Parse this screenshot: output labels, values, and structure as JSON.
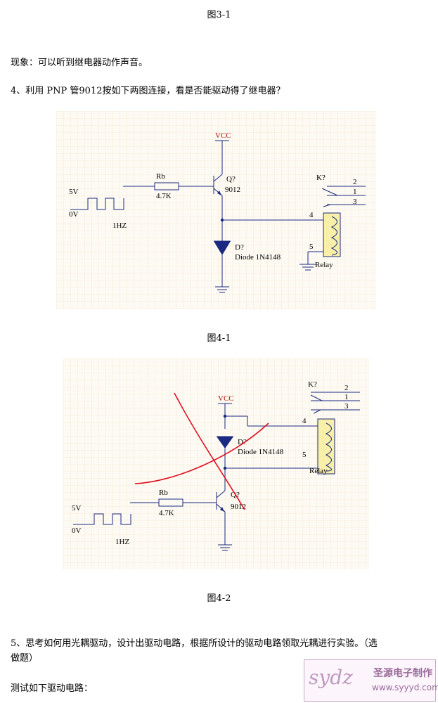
{
  "captions": {
    "fig3_1": "图3-1",
    "fig4_1": "图4-1",
    "fig4_2": "图4-2"
  },
  "paragraphs": {
    "phenomenon": "现象：可以听到继电器动作声音。",
    "q4": "4、利用 PNP 管9012按如下两图连接，看是否能驱动得了继电器？",
    "q5_line1": "5、思考如何用光耦驱动，设计出驱动电路，根据所设计的驱动电路领取光耦进行实验。（选",
    "q5_line2": "做题）",
    "test": "测试如下驱动电路："
  },
  "fig1": {
    "vcc": "VCC",
    "q_ref": "Q?",
    "q_part": "9012",
    "rb": "Rb",
    "rb_val": "4.7K",
    "v5": "5V",
    "v0": "0V",
    "freq": "1HZ",
    "d_ref": "D?",
    "d_part": "Diode 1N4148",
    "k_ref": "K?",
    "pin2": "2",
    "pin1": "1",
    "pin3": "3",
    "pin4": "4",
    "pin5": "5",
    "relay": "Relay"
  },
  "fig2": {
    "vcc": "VCC",
    "q_ref": "Q?",
    "q_part": "9012",
    "rb": "Rb",
    "rb_val": "4.7K",
    "v5": "5V",
    "v0": "0V",
    "freq": "1HZ",
    "d_ref": "D?",
    "d_part": "Diode 1N4148",
    "k_ref": "K?",
    "pin2": "2",
    "pin1": "1",
    "pin3": "3",
    "pin4": "4",
    "pin5": "5",
    "relay": "Relay"
  },
  "watermark": {
    "logo": "sydz",
    "name": "圣源电子制作",
    "url": "www.syyyd.com"
  },
  "colors": {
    "wire": "#1a2a80",
    "relay_fill": "#f8f0a8",
    "grid": "#f0e0c8",
    "bg": "#fdfaf3",
    "ink": "#e01020"
  }
}
